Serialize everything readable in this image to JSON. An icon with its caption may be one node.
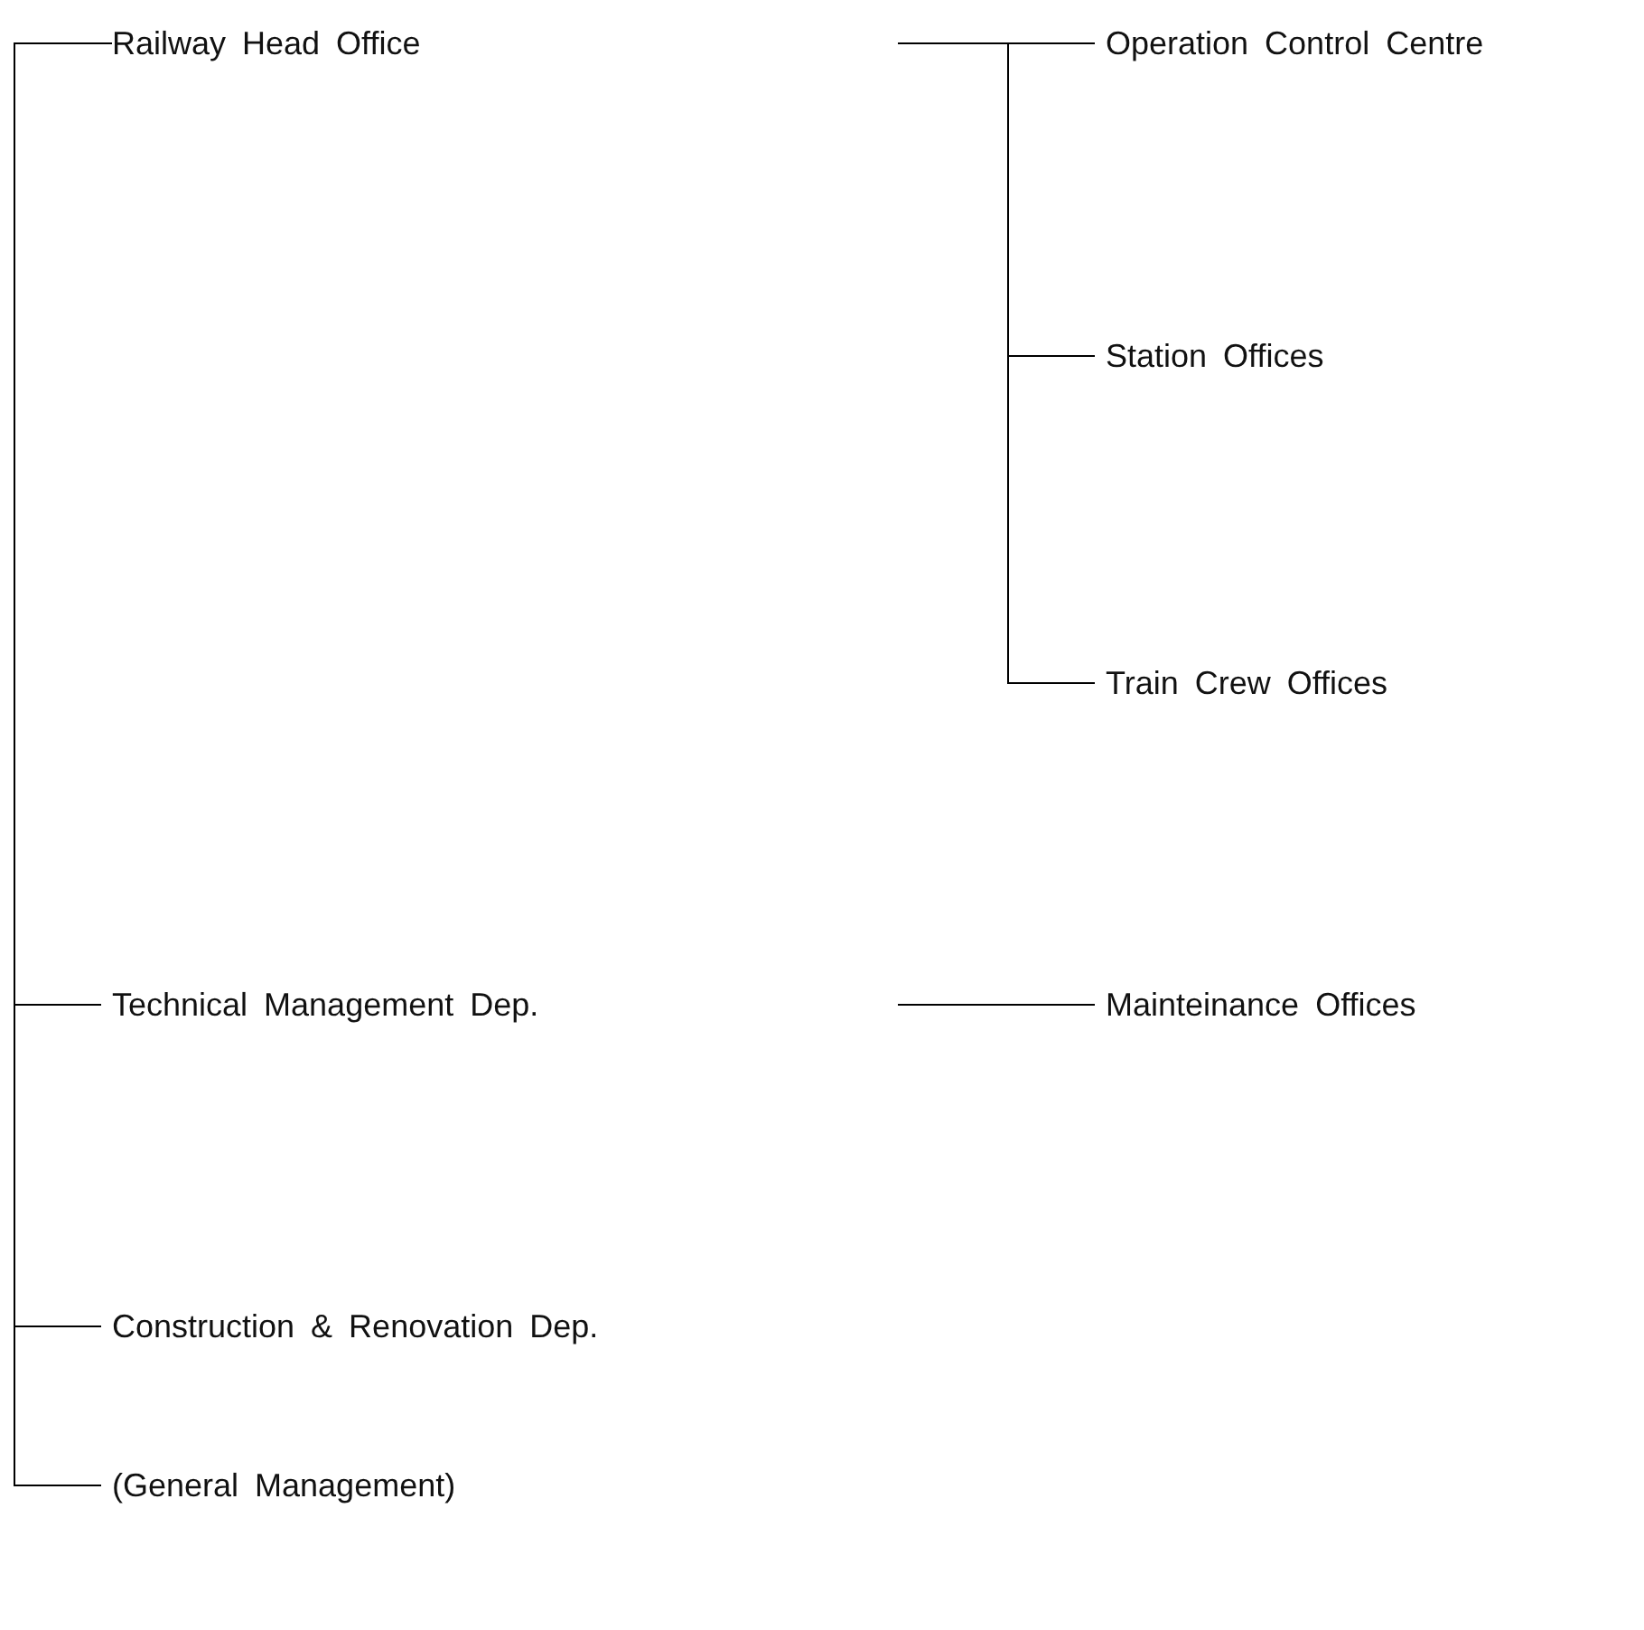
{
  "diagram": {
    "nodes": [
      {
        "text": [
          "Railway Head Office"
        ]
      },
      {
        "text": [
          "Operation Control Centre"
        ]
      },
      {
        "text": [
          "Station Offices"
        ]
      },
      {
        "text": [
          "Train Crew Offices"
        ]
      },
      {
        "text": [
          "Technical Management Dep."
        ]
      },
      {
        "text": [
          "Mainteinance Offices"
        ]
      },
      {
        "text": [
          "Construction & Renovation Dep."
        ]
      },
      {
        "text": [
          "(General Management)"
        ]
      }
    ],
    "edges": [
      {
        "from": null,
        "to": 1,
        "arrow": "none"
      },
      {
        "from": null,
        "to": 2,
        "arrow": "none"
      },
      {
        "from": null,
        "to": 3,
        "arrow": "none"
      },
      {
        "from": 0,
        "to": 4,
        "arrow": "none"
      },
      {
        "from": null,
        "to": 5,
        "arrow": "none"
      },
      {
        "from": 0,
        "to": 6,
        "arrow": "none"
      },
      {
        "from": 0,
        "to": 7,
        "arrow": "none"
      }
    ]
  }
}
